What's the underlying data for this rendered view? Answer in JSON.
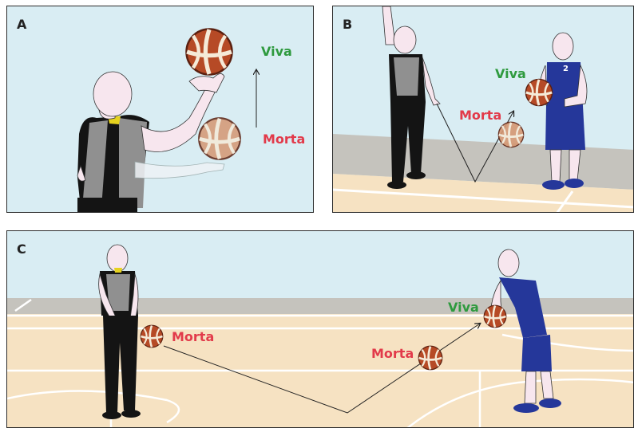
{
  "colors": {
    "sky": "#d9edf3",
    "wall": "#c5c3bd",
    "floor": "#f6e2c2",
    "court_line": "#ffffff",
    "skin": "#f7e6ee",
    "referee_shirt": "#909090",
    "referee_dark": "#141414",
    "collar": "#e6d21e",
    "player_blue": "#25379a",
    "ball": "#b64a26",
    "viva": "#2e9a3e",
    "morta": "#e23a4a"
  },
  "icons": [
    "basketball-icon",
    "referee-figure",
    "player-figure",
    "arrow-icon"
  ],
  "panels": {
    "a": {
      "label": "A",
      "live": "Viva",
      "dead": "Morta"
    },
    "b": {
      "label": "B",
      "live": "Viva",
      "dead": "Morta",
      "jersey_number": "2"
    },
    "c": {
      "label": "C",
      "live": "Viva",
      "dead_referee": "Morta",
      "dead_bounce": "Morta"
    }
  }
}
